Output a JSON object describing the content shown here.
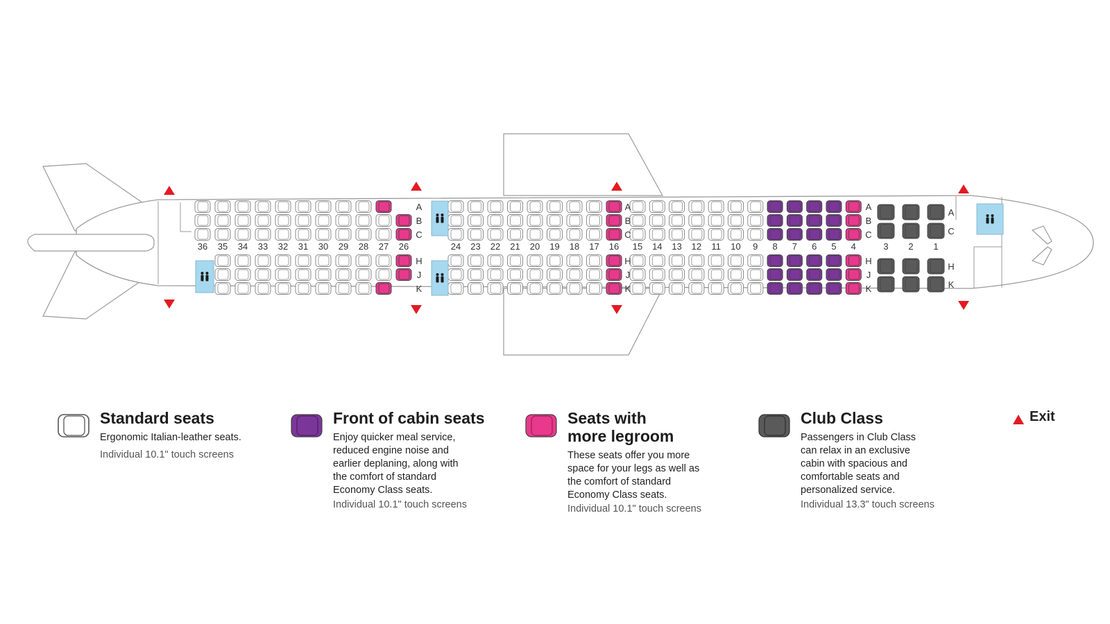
{
  "colors": {
    "standard": "#ffffff",
    "front_cabin": "#7b3699",
    "legroom": "#e8398c",
    "club": "#5a5a5a",
    "exit": "#e21b23",
    "lavatory": "#a6d8ef",
    "outline": "#9a9a9a"
  },
  "seatmap": {
    "rows_rear": [
      "36",
      "35",
      "34",
      "33",
      "32",
      "31",
      "30",
      "29",
      "28",
      "27",
      "26"
    ],
    "rows_mid": [
      "24",
      "23",
      "22",
      "21",
      "20",
      "19",
      "18",
      "17",
      "16"
    ],
    "rows_front_econ": [
      "15",
      "14",
      "13",
      "12",
      "11",
      "10",
      "9",
      "8",
      "7",
      "6",
      "5",
      "4"
    ],
    "rows_club": [
      "3",
      "2",
      "1"
    ],
    "seat_letters_econ": [
      "A",
      "B",
      "C",
      "H",
      "J",
      "K"
    ],
    "seat_letters_club": [
      "A",
      "C",
      "H",
      "K"
    ],
    "lavatory_icon": "restroom-icon",
    "exit_icon": "exit-triangle-icon"
  },
  "legend": [
    {
      "key": "standard",
      "title_line1": "Standard seats",
      "title_line2": "",
      "description": "Ergonomic Italian-leather seats.",
      "note": "Individual 10.1\" touch screens"
    },
    {
      "key": "front_cabin",
      "title_line1": "Front of cabin seats",
      "title_line2": "",
      "description": "Enjoy quicker meal service,\nreduced engine noise and\nearlier deplaning, along with\nthe comfort of standard\nEconomy Class seats.",
      "note": "Individual 10.1\" touch screens"
    },
    {
      "key": "legroom",
      "title_line1": "Seats with",
      "title_line2": "more legroom",
      "description": "These seats offer you more\nspace for your legs as well as\nthe comfort of standard\nEconomy Class seats.",
      "note": "Individual 10.1\" touch screens"
    },
    {
      "key": "club",
      "title_line1": "Club Class",
      "title_line2": "",
      "description": "Passengers in Club Class\ncan relax in an exclusive\ncabin with spacious and\ncomfortable seats and\npersonalized service.",
      "note": "Individual 13.3\" touch screens"
    }
  ],
  "exit_legend": {
    "label": "Exit"
  }
}
